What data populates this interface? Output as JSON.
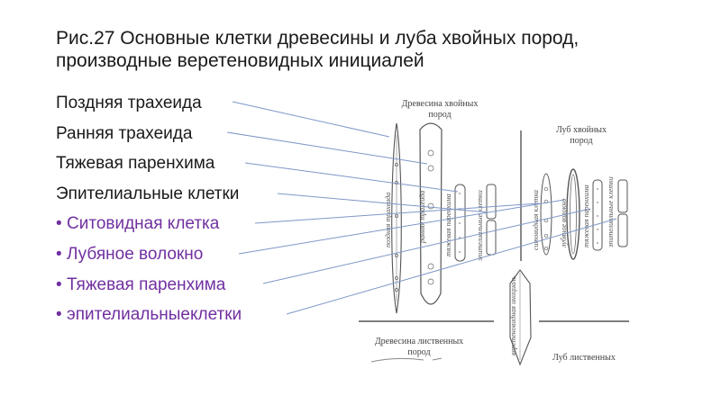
{
  "slide": {
    "title_line1": "Рис.27 Основные клетки древесины и луба хвойных пород,",
    "title_line2": "производные веретеновидных инициалей"
  },
  "terms": [
    {
      "text": "Поздняя трахеида",
      "bullet": false
    },
    {
      "text": "Ранняя трахеида",
      "bullet": false
    },
    {
      "text": "Тяжевая паренхима",
      "bullet": false
    },
    {
      "text": "Эпителиальные клетки",
      "bullet": false
    },
    {
      "text": "Ситовидная клетка",
      "bullet": true
    },
    {
      "text": "Лубяное волокно",
      "bullet": true
    },
    {
      "text": "Тяжевая паренхима",
      "bullet": true
    },
    {
      "text": "эпителиальныеклетки",
      "bullet": true
    }
  ],
  "figure": {
    "conifer_wood_heading": [
      "Древесина хвойных",
      "пород"
    ],
    "conifer_phloem_heading": [
      "Луб хвойных",
      "пород"
    ],
    "hardwood_wood_heading": [
      "Древесина лиственных",
      "пород"
    ],
    "hardwood_phloem_heading": "Луб лиственных",
    "cell_labels": {
      "late_tracheid": "поздняя трахеида",
      "early_tracheid": "ранняя трахеида",
      "wood_parenchyma": "тяжевая паренхима",
      "wood_epithelial": "эпителиальные клетки",
      "sieve_cell": "ситовидная клетка",
      "bast_fiber": "лубяное волокно",
      "phloem_parenchyma": "тяжевая паренхима",
      "phloem_epithelial": "эпителиальные клетки",
      "fusiform_initial": "веретеновидная инициаль"
    },
    "colors": {
      "leader_line": "#7f97c7",
      "drawing": "#555555",
      "bullet_text": "#7030a0"
    }
  }
}
